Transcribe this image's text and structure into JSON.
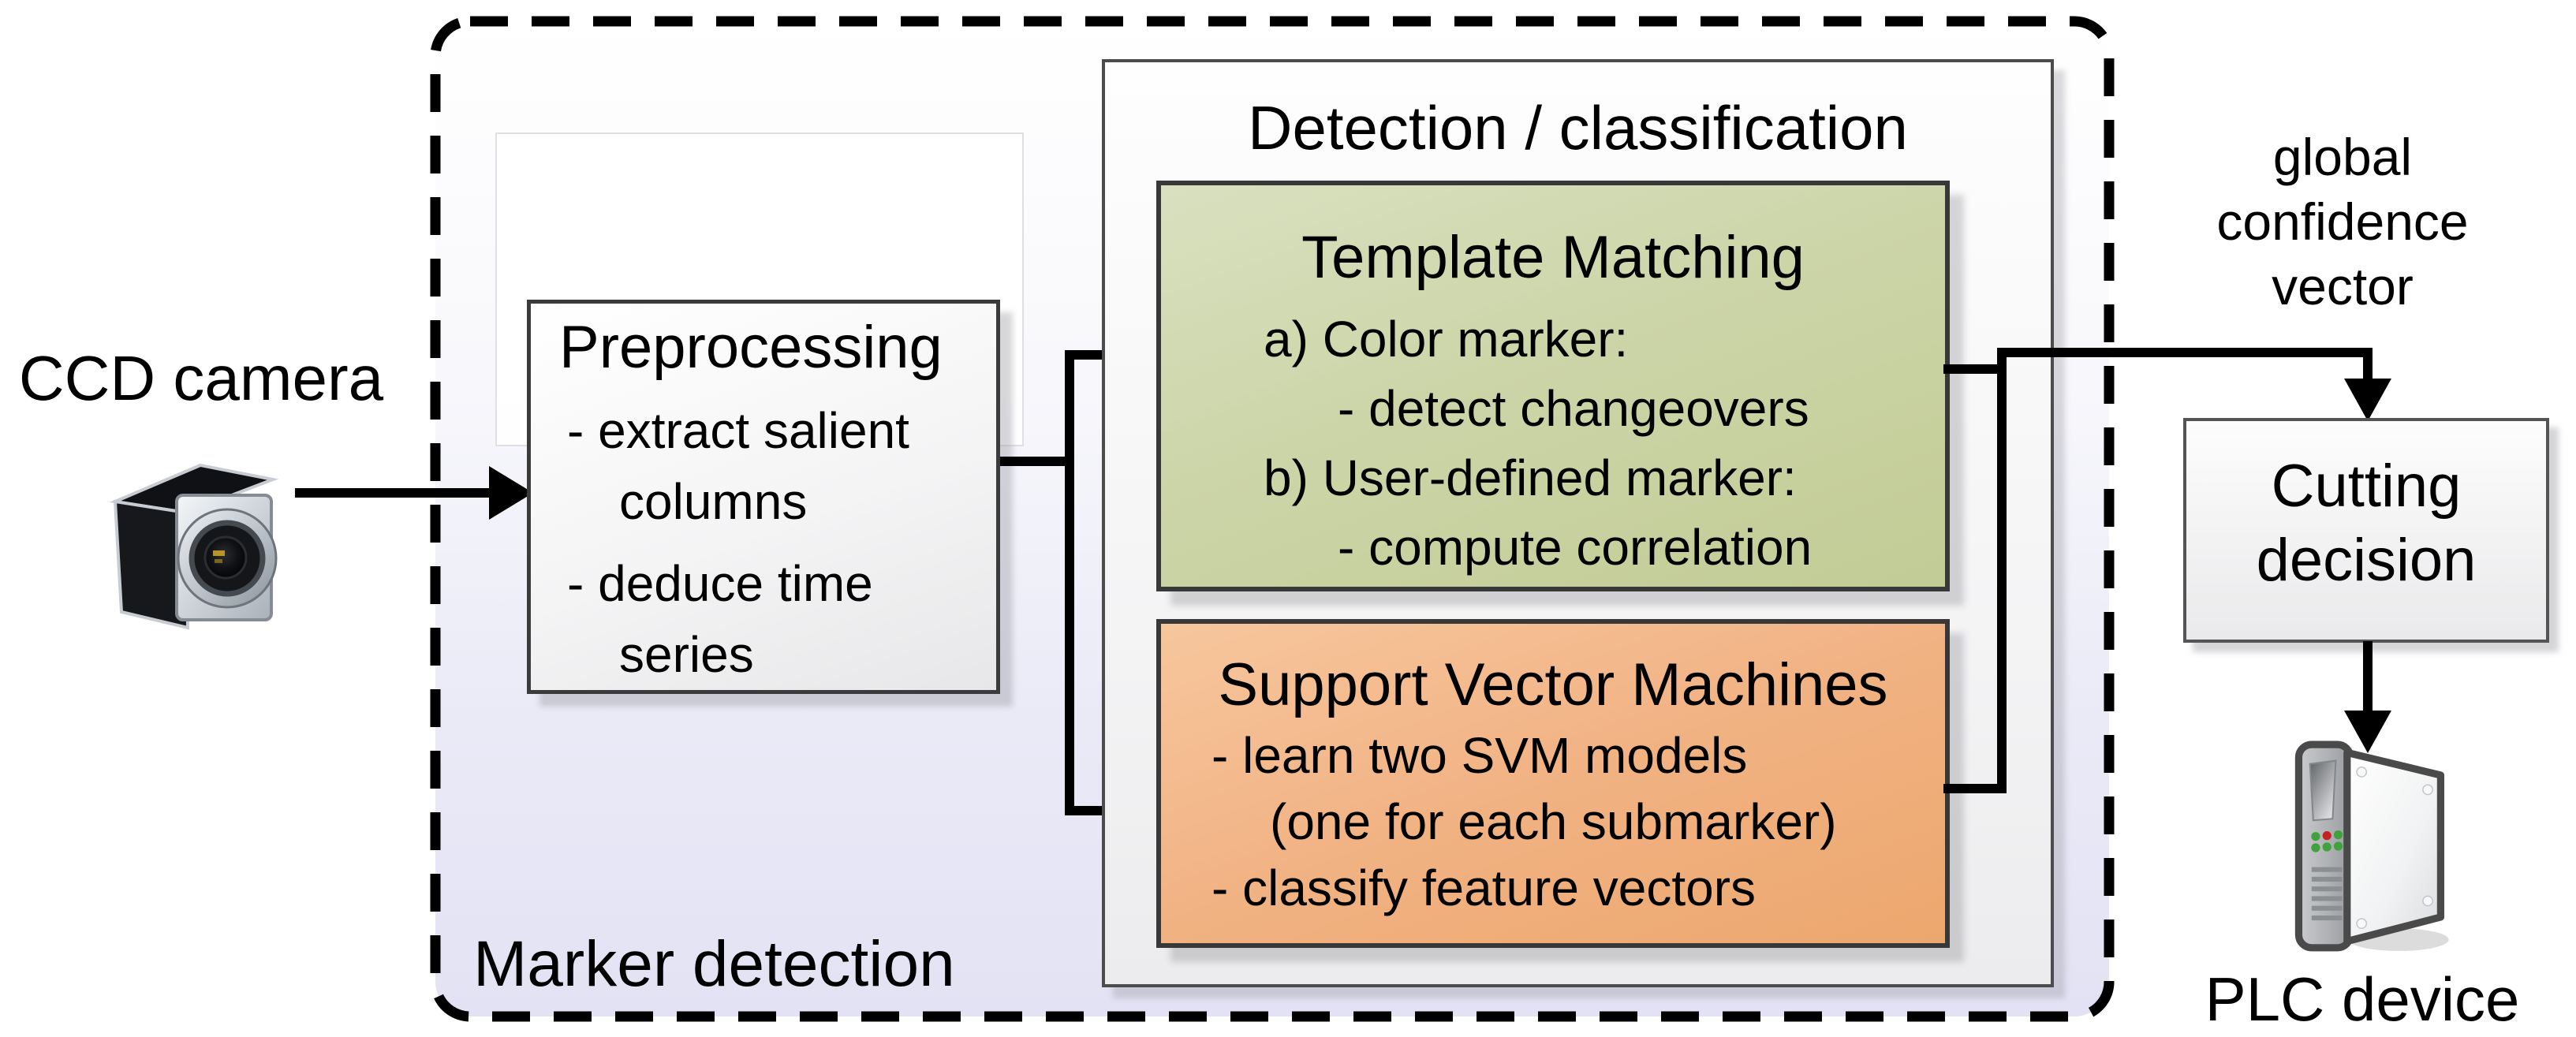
{
  "camera": {
    "label": "CCD camera",
    "icon": "ccd-camera-icon"
  },
  "marker_detection": {
    "label": "Marker detection"
  },
  "preprocessing": {
    "title": "Preprocessing",
    "lines": [
      "- extract salient",
      "columns",
      "- deduce time",
      "series"
    ]
  },
  "detection": {
    "title": "Detection / classification",
    "template_matching": {
      "title": "Template Matching",
      "lines": [
        "a) Color marker:",
        "- detect changeovers",
        "b) User-defined marker:",
        "- compute correlation"
      ]
    },
    "svm": {
      "title": "Support Vector Machines",
      "lines": [
        "- learn two SVM models",
        "(one for each submarker)",
        "- classify feature vectors"
      ]
    }
  },
  "output": {
    "global_confidence": {
      "lines": [
        "global",
        "confidence",
        "vector"
      ]
    },
    "cutting_decision": {
      "lines": [
        "Cutting",
        "decision"
      ]
    },
    "plc": {
      "label": "PLC device",
      "icon": "plc-device-icon"
    }
  },
  "colors": {
    "template_matching_fill": "#ccd5a8",
    "svm_fill": "#f1b283",
    "marker_detection_background": "#e2e2f4",
    "connector": "#000000"
  }
}
